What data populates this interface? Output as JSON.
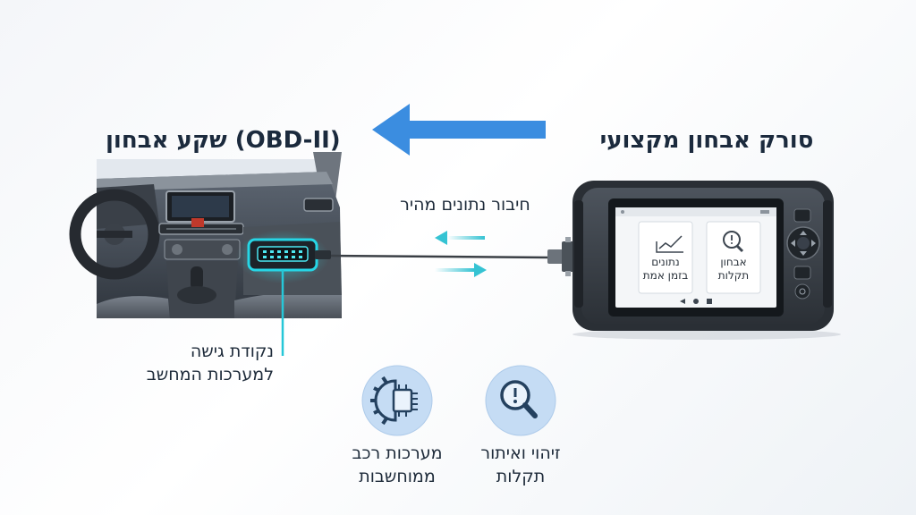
{
  "titles": {
    "left": "שקע אבחון (OBD-II)",
    "right": "סורק אבחון מקצועי"
  },
  "connection": {
    "label": "חיבור נתונים מהיר"
  },
  "callout": {
    "line1": "נקודת גישה",
    "line2": "למערכות המחשב"
  },
  "scanner_screen": {
    "left_tile_line1": "נתונים",
    "left_tile_line2": "בזמן אמת",
    "right_tile_line1": "אבחון",
    "right_tile_line2": "תקלות"
  },
  "features": [
    {
      "icon": "chip-gear-icon",
      "line1": "מערכות רכב",
      "line2": "ממוחשבות"
    },
    {
      "icon": "magnifier-alert-icon",
      "line1": "זיהוי ואיתור",
      "line2": "תקלות"
    }
  ],
  "colors": {
    "arrow_blue": "#3b8de0",
    "data_cyan": "#35c3d3",
    "title_navy": "#1b2a3d",
    "highlight_cyan": "#26d6e6"
  }
}
